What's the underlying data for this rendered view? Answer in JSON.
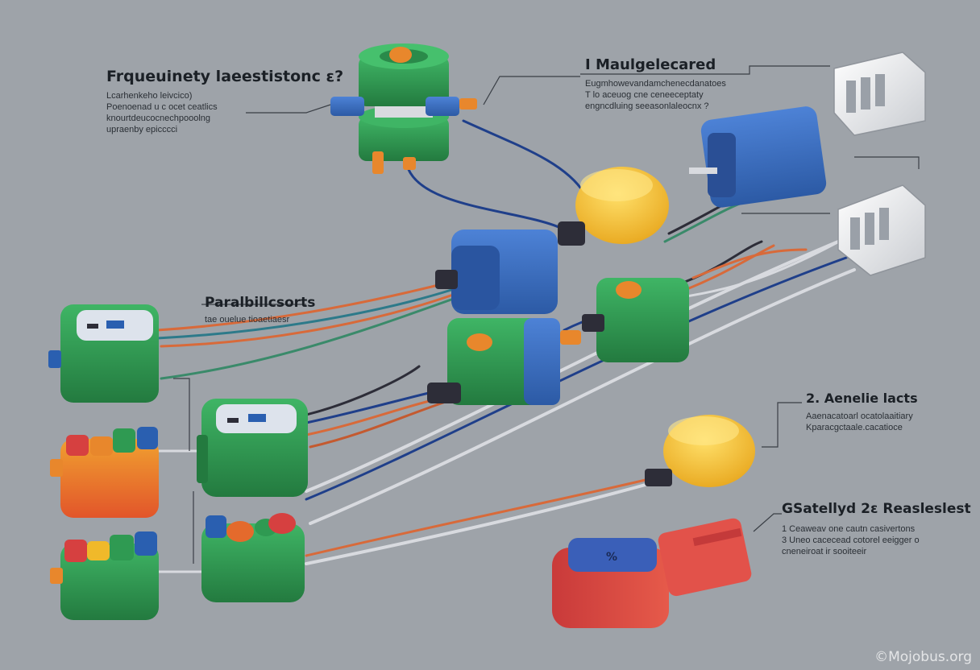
{
  "labels": {
    "frequency": {
      "title": "Frqueuinety laeestistonc ε?",
      "lines": [
        "Lcarhenkeho leivcico)",
        "Poenoenad u c ocet ceatlics",
        "knourtdeucocnechpooolng",
        "upraenby epicccci"
      ]
    },
    "magnetic": {
      "title": "I  Maulgelecared",
      "lines": [
        "Eugmhowevandamchenecdanatoes",
        "T lo aceuog  cne ceneeceptaty",
        "engncdluing  seeasonlaleocnx ?"
      ]
    },
    "parallel": {
      "title": "Paralbillcsorts",
      "lines": [
        "tae ouelue tioaetiaesr"
      ]
    },
    "aeneral": {
      "title": "2.  Aenelie lacts",
      "lines": [
        "Aaenacatoarl ocatolaaitiary",
        "Kparacgctaale.cacatioce"
      ]
    },
    "gsa": {
      "title": "GSatellyd 2ε  Reasleslest",
      "lines": [
        "1 Ceaweav  one cautn casivertons",
        "3 Uneo cacecead cotorel eeigger  o",
        "cneneiroat ir sooiteeir"
      ]
    }
  },
  "devices": [
    {
      "name": "stacked-solenoid",
      "colors": [
        "#2f9a52",
        "#2a5fb0",
        "#e08a2e"
      ]
    },
    {
      "name": "yellow-sensor-top",
      "colors": [
        "#f0b92a"
      ]
    },
    {
      "name": "blue-actuator-top",
      "colors": [
        "#3b6cc4"
      ]
    },
    {
      "name": "white-connector-top",
      "colors": [
        "#e9eaec"
      ]
    },
    {
      "name": "white-connector-middle",
      "colors": [
        "#e9eaec"
      ]
    },
    {
      "name": "blue-connector-center",
      "colors": [
        "#3b6cc4"
      ]
    },
    {
      "name": "green-module-left",
      "colors": [
        "#2f9a52"
      ]
    },
    {
      "name": "green-blue-module-center",
      "colors": [
        "#2f9a52",
        "#3b6cc4"
      ]
    },
    {
      "name": "green-module-center-right",
      "colors": [
        "#2f9a52"
      ]
    },
    {
      "name": "orange-block-left",
      "colors": [
        "#e46a2c"
      ]
    },
    {
      "name": "green-module-lower",
      "colors": [
        "#2f9a52"
      ]
    },
    {
      "name": "green-block-bottom-left",
      "colors": [
        "#2f9a52"
      ]
    },
    {
      "name": "green-module-bottom",
      "colors": [
        "#2f9a52"
      ]
    },
    {
      "name": "yellow-sensor-bottom",
      "colors": [
        "#f0b92a"
      ]
    },
    {
      "name": "red-connector-bottom",
      "colors": [
        "#d64040"
      ]
    }
  ],
  "watermark": "©Mojobus.org"
}
